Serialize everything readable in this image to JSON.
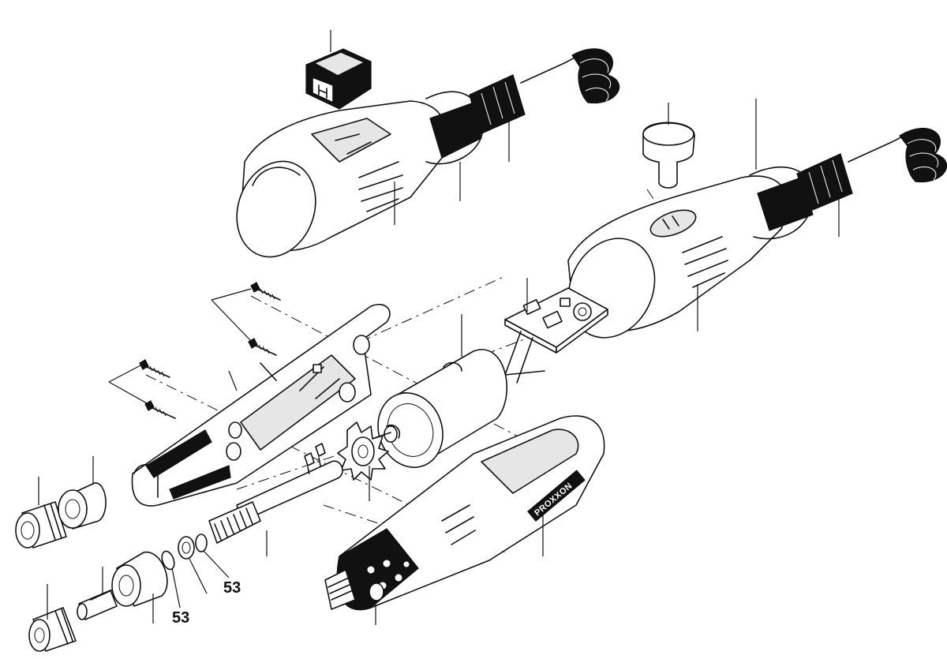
{
  "callouts": {
    "ring_53": "53",
    "washer_53": "53"
  },
  "brand_label": "PROXXON"
}
